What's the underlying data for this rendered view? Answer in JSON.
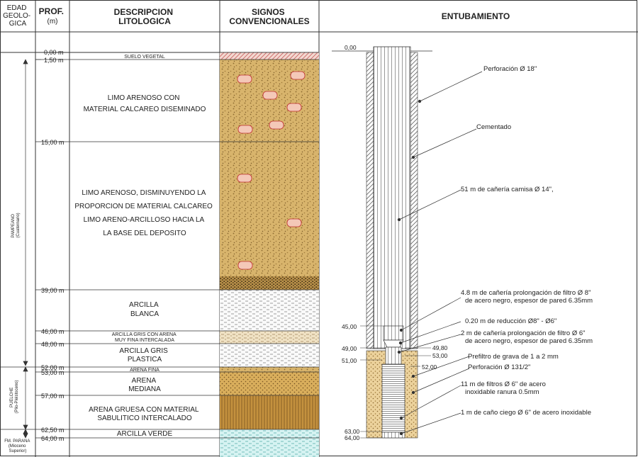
{
  "headers": {
    "edad": [
      "EDAD",
      "GEOLO-",
      "GICA"
    ],
    "prof": [
      "PROF.",
      "(m)"
    ],
    "descripcion": [
      "DESCRIPCION",
      "LITOLOGICA"
    ],
    "signos": [
      "SIGNOS",
      "CONVENCIONALES"
    ],
    "entubamiento": "ENTUBAMIENTO"
  },
  "ages": {
    "pampeano": [
      "PAMPEANO",
      "(Cuaternario)"
    ],
    "puelche": [
      "PUELCHE",
      "(Plio-Pleistoceno)"
    ],
    "parana": [
      "FM. PARANA",
      "(Mioceno",
      "Superior)"
    ]
  },
  "depths": {
    "d0": "0,00 m",
    "d1": "1,50 m",
    "d2": "15,00 m",
    "d3": "39,00 m",
    "d4": "46,00 m",
    "d5": "48,00 m",
    "d6": "52,00 m",
    "d7": "53,00 m",
    "d8": "57,00 m",
    "d9": "62,50 m",
    "d10": "64,00 m"
  },
  "lithology": {
    "l1": [
      "SUELO VEGETAL"
    ],
    "l2": [
      "LIMO ARENOSO CON",
      "MATERIAL CALCAREO DISEMINADO"
    ],
    "l3": [
      "LIMO ARENOSO, DISMINUYENDO LA",
      "PROPORCION DE MATERIAL CALCAREO",
      "LIMO ARENO-ARCILLOSO HACIA LA",
      "LA BASE DEL DEPOSITO"
    ],
    "l4": [
      "ARCILLA",
      "BLANCA"
    ],
    "l5": [
      "ARCILLA GRIS CON ARENA",
      "MUY FINA INTERCALADA"
    ],
    "l6": [
      "ARCILLA GRIS",
      "PLASTICA"
    ],
    "l7": [
      "ARENA FINA"
    ],
    "l8": [
      "ARENA",
      "MEDIANA"
    ],
    "l9": [
      "ARENA GRUESA CON MATERIAL",
      "SABULITICO INTERCALADO"
    ],
    "l10": [
      "ARCILLA VERDE"
    ]
  },
  "casing_depths": {
    "c0": "0,00",
    "c45": "45,00",
    "c49": "49,00",
    "c51": "51,00",
    "c4980": "49,80",
    "c53": "53,00",
    "c52": "52,00",
    "c63": "63,00",
    "c64": "64,00"
  },
  "annotations": {
    "a1": [
      "Perforación Ø 18\""
    ],
    "a2": [
      "Cementado"
    ],
    "a3": [
      "51 m de cañería camisa Ø 14\","
    ],
    "a4": [
      "4.8 m de cañería prolongación de filtro Ø 8\"",
      "de acero negro, espesor de pared 6.35mm"
    ],
    "a5": [
      "0.20 m de reducción Ø8\" - Ø6\""
    ],
    "a6": [
      "2 m de cañería prolongación de filtro Ø 6\"",
      "de acero negro, espesor de pared 6.35mm"
    ],
    "a7": [
      "Prefiltro de grava de 1 a 2 mm"
    ],
    "a8": [
      "Perforación Ø 131/2\""
    ],
    "a9": [
      "11 m de filtros Ø 6\" de acero",
      "inoxidable ranura 0.5mm"
    ],
    "a10": [
      "1 m de caño ciego Ø 6\" de acero inoxidable"
    ]
  }
}
